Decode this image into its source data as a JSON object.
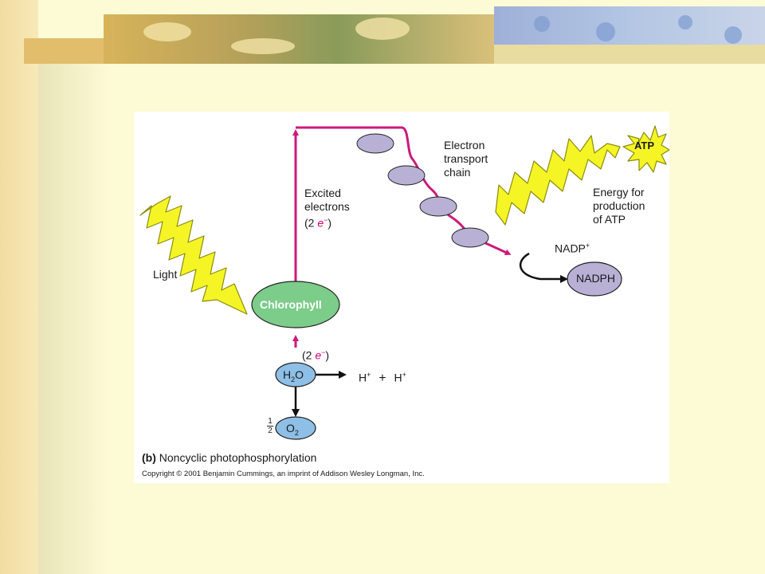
{
  "diagram": {
    "nodes": {
      "chlorophyll": "Chlorophyll",
      "nadph": "NADPH",
      "atp": "ATP"
    },
    "labels": {
      "light": "Light",
      "excited_line1": "Excited",
      "excited_line2": "electrons",
      "two_e_open": "(2 ",
      "e_symbol": "e",
      "e_charge": "−",
      "close_paren": ")",
      "etc_line1": "Electron",
      "etc_line2": "transport",
      "etc_line3": "chain",
      "energy_line1": "Energy for",
      "energy_line2": "production",
      "energy_line3": "of ATP",
      "nadp": "NADP",
      "nadp_charge": "+",
      "h_symbol": "H",
      "h_charge": "+",
      "plus": "+",
      "water_h": "H",
      "water_sub": "2",
      "water_o": "O",
      "oxygen_o": "O",
      "oxygen_sub": "2",
      "half_num": "1",
      "half_den": "2"
    },
    "caption_tag": "(b)",
    "caption": "Noncyclic photophosphorylation",
    "copyright": "Copyright © 2001 Benjamin Cummings, an imprint of Addison Wesley Longman, Inc."
  },
  "colors": {
    "electron_path": "#cc1a7a",
    "chlorophyll_fill": "#7ccc8a",
    "carrier_fill": "#b9b0d6",
    "water_fill": "#8ebfe6",
    "light_fill": "#f5f526",
    "atp_burst": "#f5f526"
  }
}
